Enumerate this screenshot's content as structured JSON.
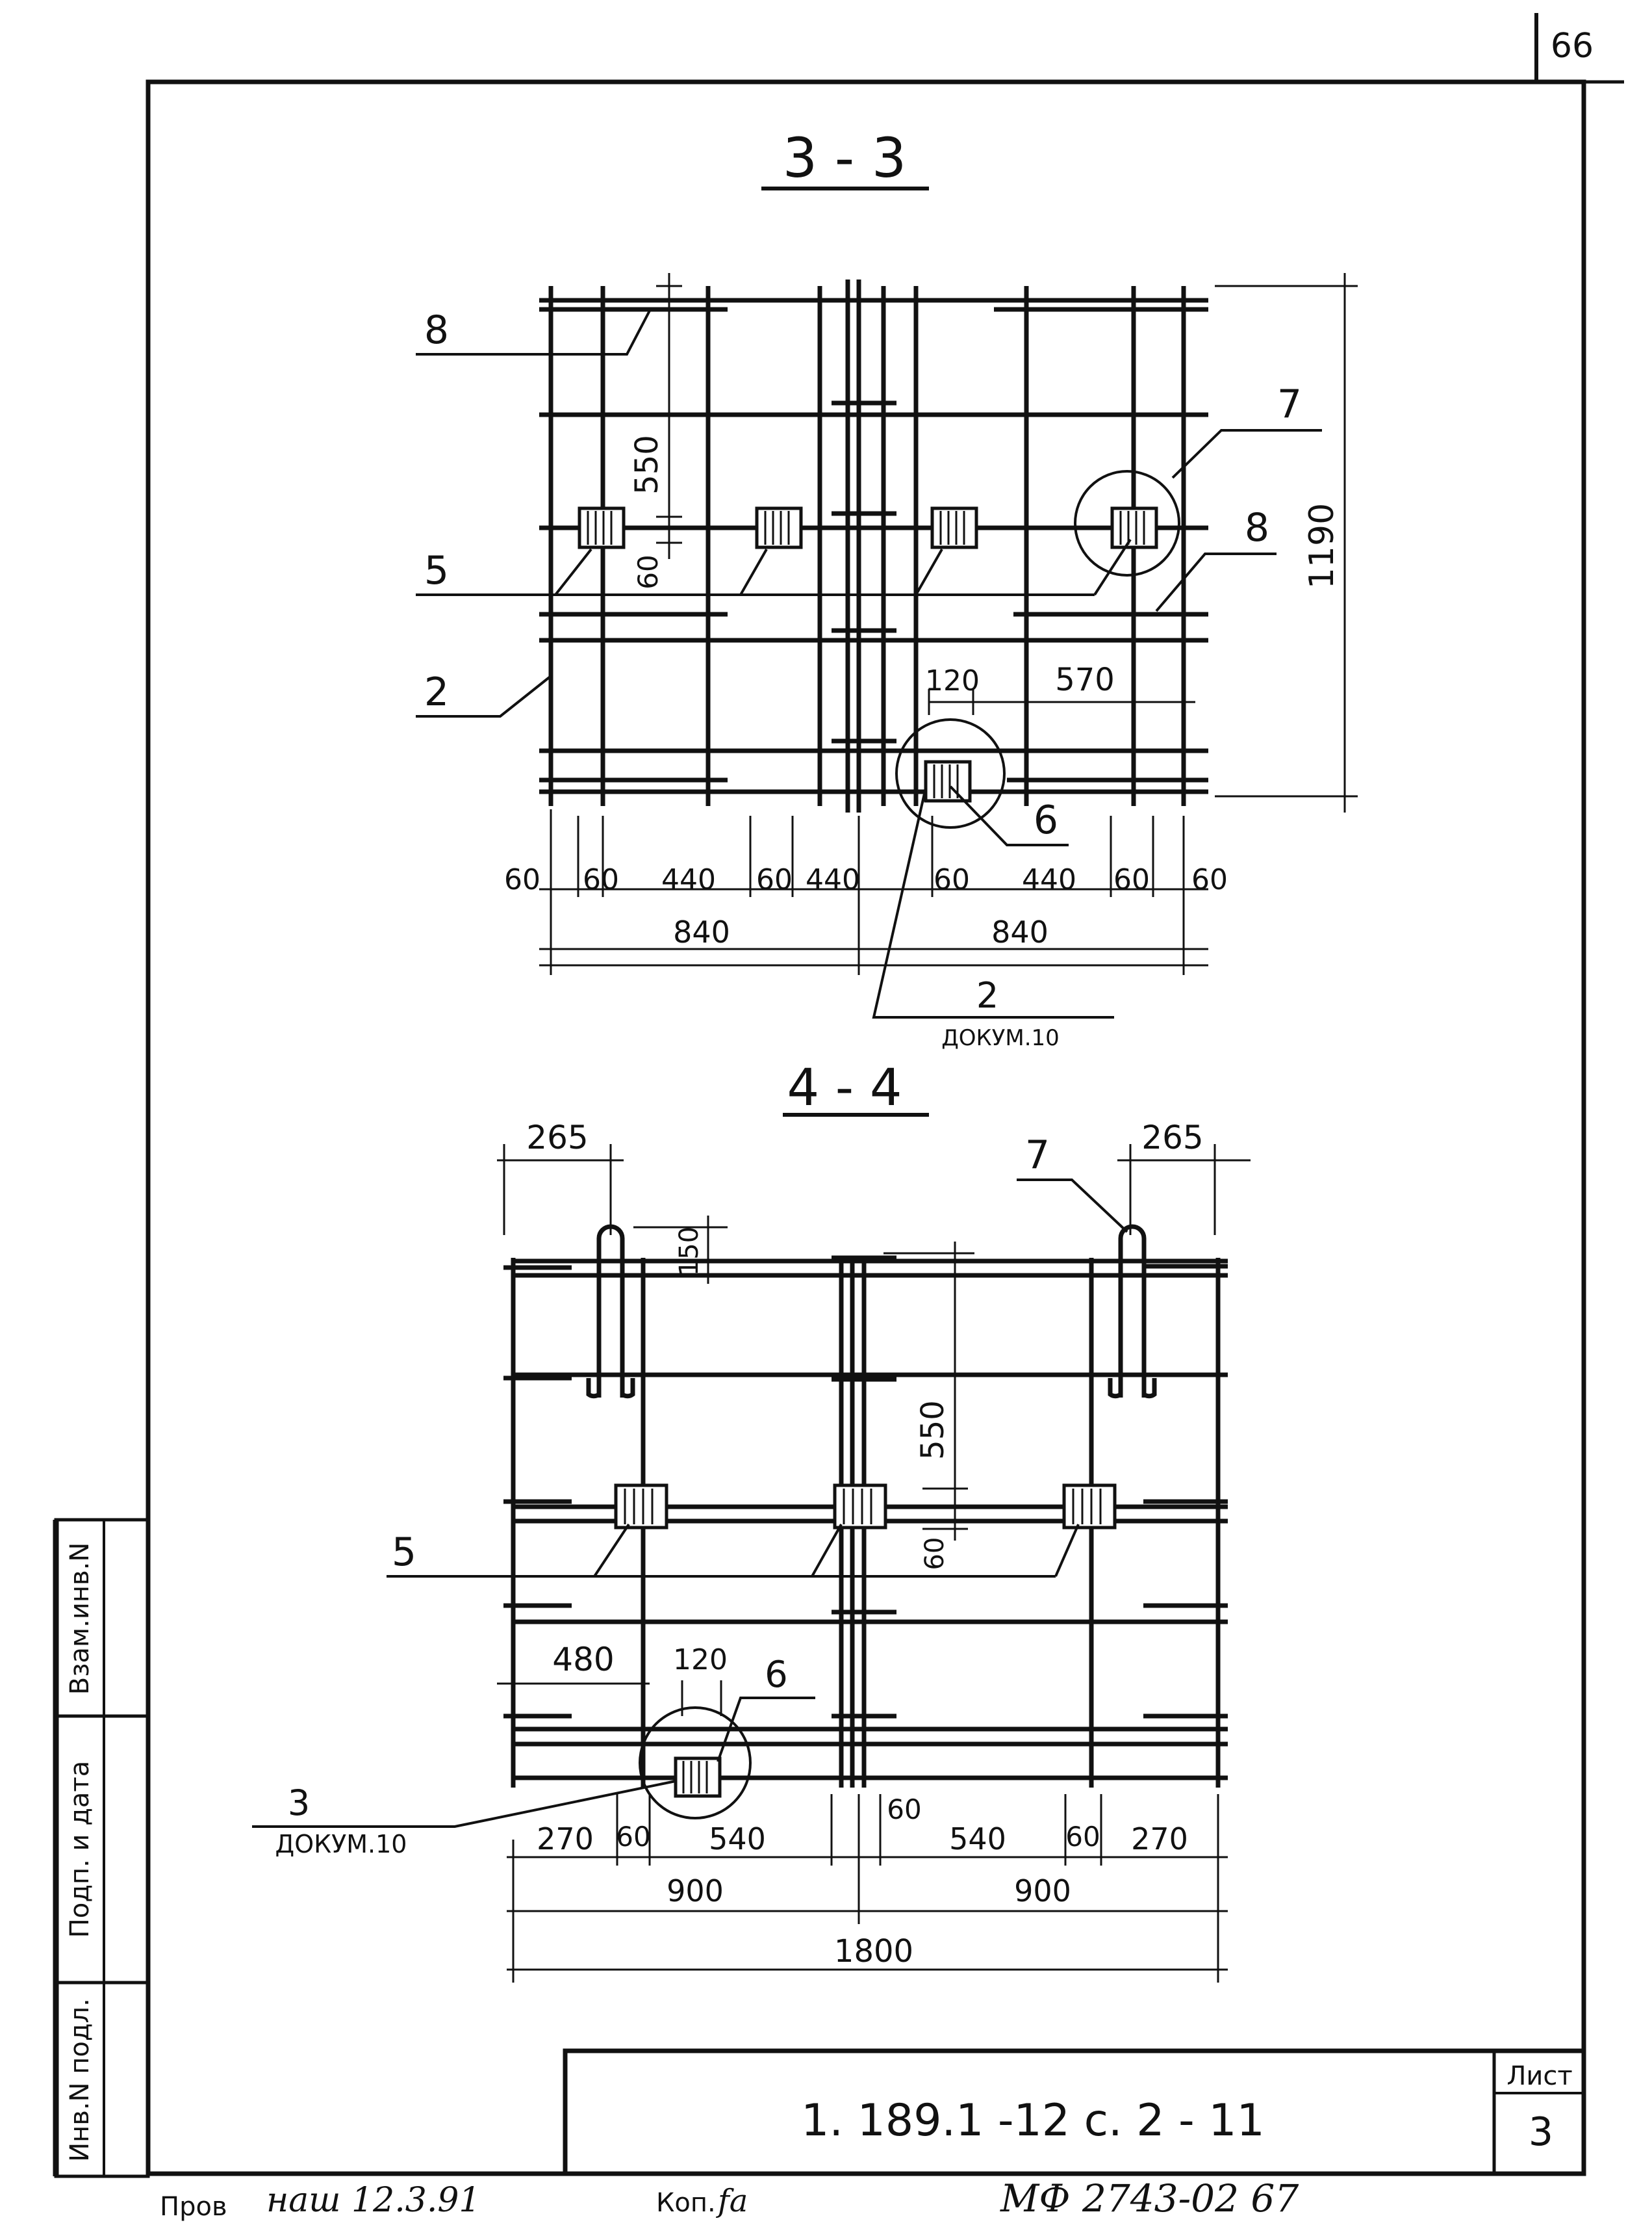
{
  "sheet": {
    "page_number": "66",
    "doc_code": "1. 189.1 -12 с. 2 - 11",
    "sheet_label": "Лист",
    "sheet_number": "3",
    "side_stamp": [
      "Инв.N подл.",
      "Подп. и дата",
      "Взам.инв.N"
    ],
    "footer_prov": "Пров",
    "footer_sign": "наш 12.3.91",
    "footer_kop": "Коп.",
    "footer_kop_sign": "fa",
    "footer_mf": "МФ 2743-02  67"
  },
  "section_33": {
    "title": "3 - 3",
    "callouts": {
      "c8a": "8",
      "c5": "5",
      "c2": "2",
      "c7": "7",
      "c8b": "8",
      "c6": "6"
    },
    "dims": {
      "d550": "550",
      "d60v": "60",
      "d1190": "1190",
      "d120": "120",
      "d570": "570",
      "b60a": "60",
      "b60b": "60",
      "b440a": "440",
      "b60c": "60",
      "b440b": "440",
      "b60d": "60",
      "b440c": "440",
      "b60e": "60",
      "b60f": "60",
      "b840a": "840",
      "b840b": "840"
    },
    "ref_num": "2",
    "ref_doc": "ДОКУМ.10"
  },
  "section_44": {
    "title": "4 - 4",
    "callouts": {
      "c7": "7",
      "c5": "5",
      "c6": "6"
    },
    "dims": {
      "d265a": "265",
      "d265b": "265",
      "d150": "150",
      "d550": "550",
      "d60v": "60",
      "d480": "480",
      "d120": "120",
      "d60t": "60",
      "b270a": "270",
      "b60a": "60",
      "b540a": "540",
      "b540b": "540",
      "b60b": "60",
      "b270b": "270",
      "b900a": "900",
      "b900b": "900",
      "b1800": "1800"
    },
    "ref_num": "3",
    "ref_doc": "ДОКУМ.10"
  }
}
